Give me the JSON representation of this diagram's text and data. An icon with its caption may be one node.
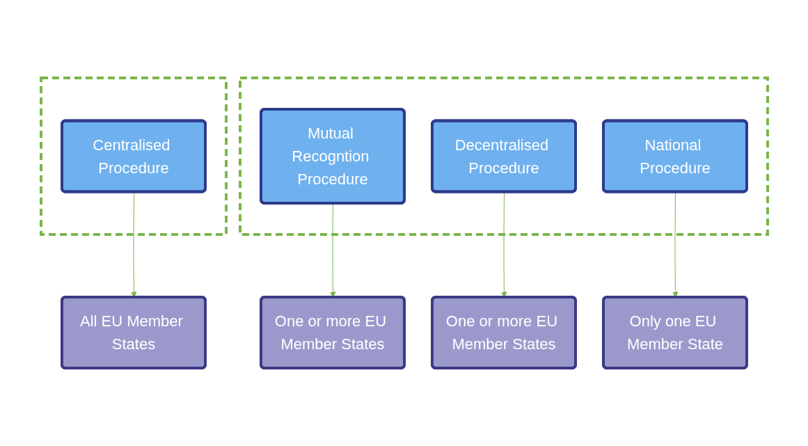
{
  "diagram": {
    "nodes": [
      {
        "text": [],
        "shape": "box"
      },
      {
        "text": [
          "Centralised Procedure"
        ],
        "in": 0
      },
      {
        "text": [],
        "shape": "box"
      },
      {
        "text": [
          "Mutual Recogntion Procedure"
        ],
        "in": 2
      },
      {
        "text": [
          "Decentralised Procedure"
        ],
        "in": 2
      },
      {
        "text": [
          "National Procedure"
        ],
        "in": 2
      },
      {
        "text": [
          "All EU Member States"
        ]
      },
      {
        "text": [
          "One or more EU Member States"
        ]
      },
      {
        "text": [
          "One or more EU Member States"
        ]
      },
      {
        "text": [
          "Only one EU Member State"
        ]
      }
    ],
    "edges": [
      {
        "from": 1,
        "to": 6,
        "arrow": "to",
        "color": "#7ab648"
      },
      {
        "from": 3,
        "to": 7,
        "arrow": "to",
        "color": "#7ab648"
      },
      {
        "from": 4,
        "to": 8,
        "arrow": "to",
        "color": "#7ab648"
      },
      {
        "from": 5,
        "to": 9,
        "arrow": "to",
        "color": "#7ab648"
      }
    ]
  }
}
